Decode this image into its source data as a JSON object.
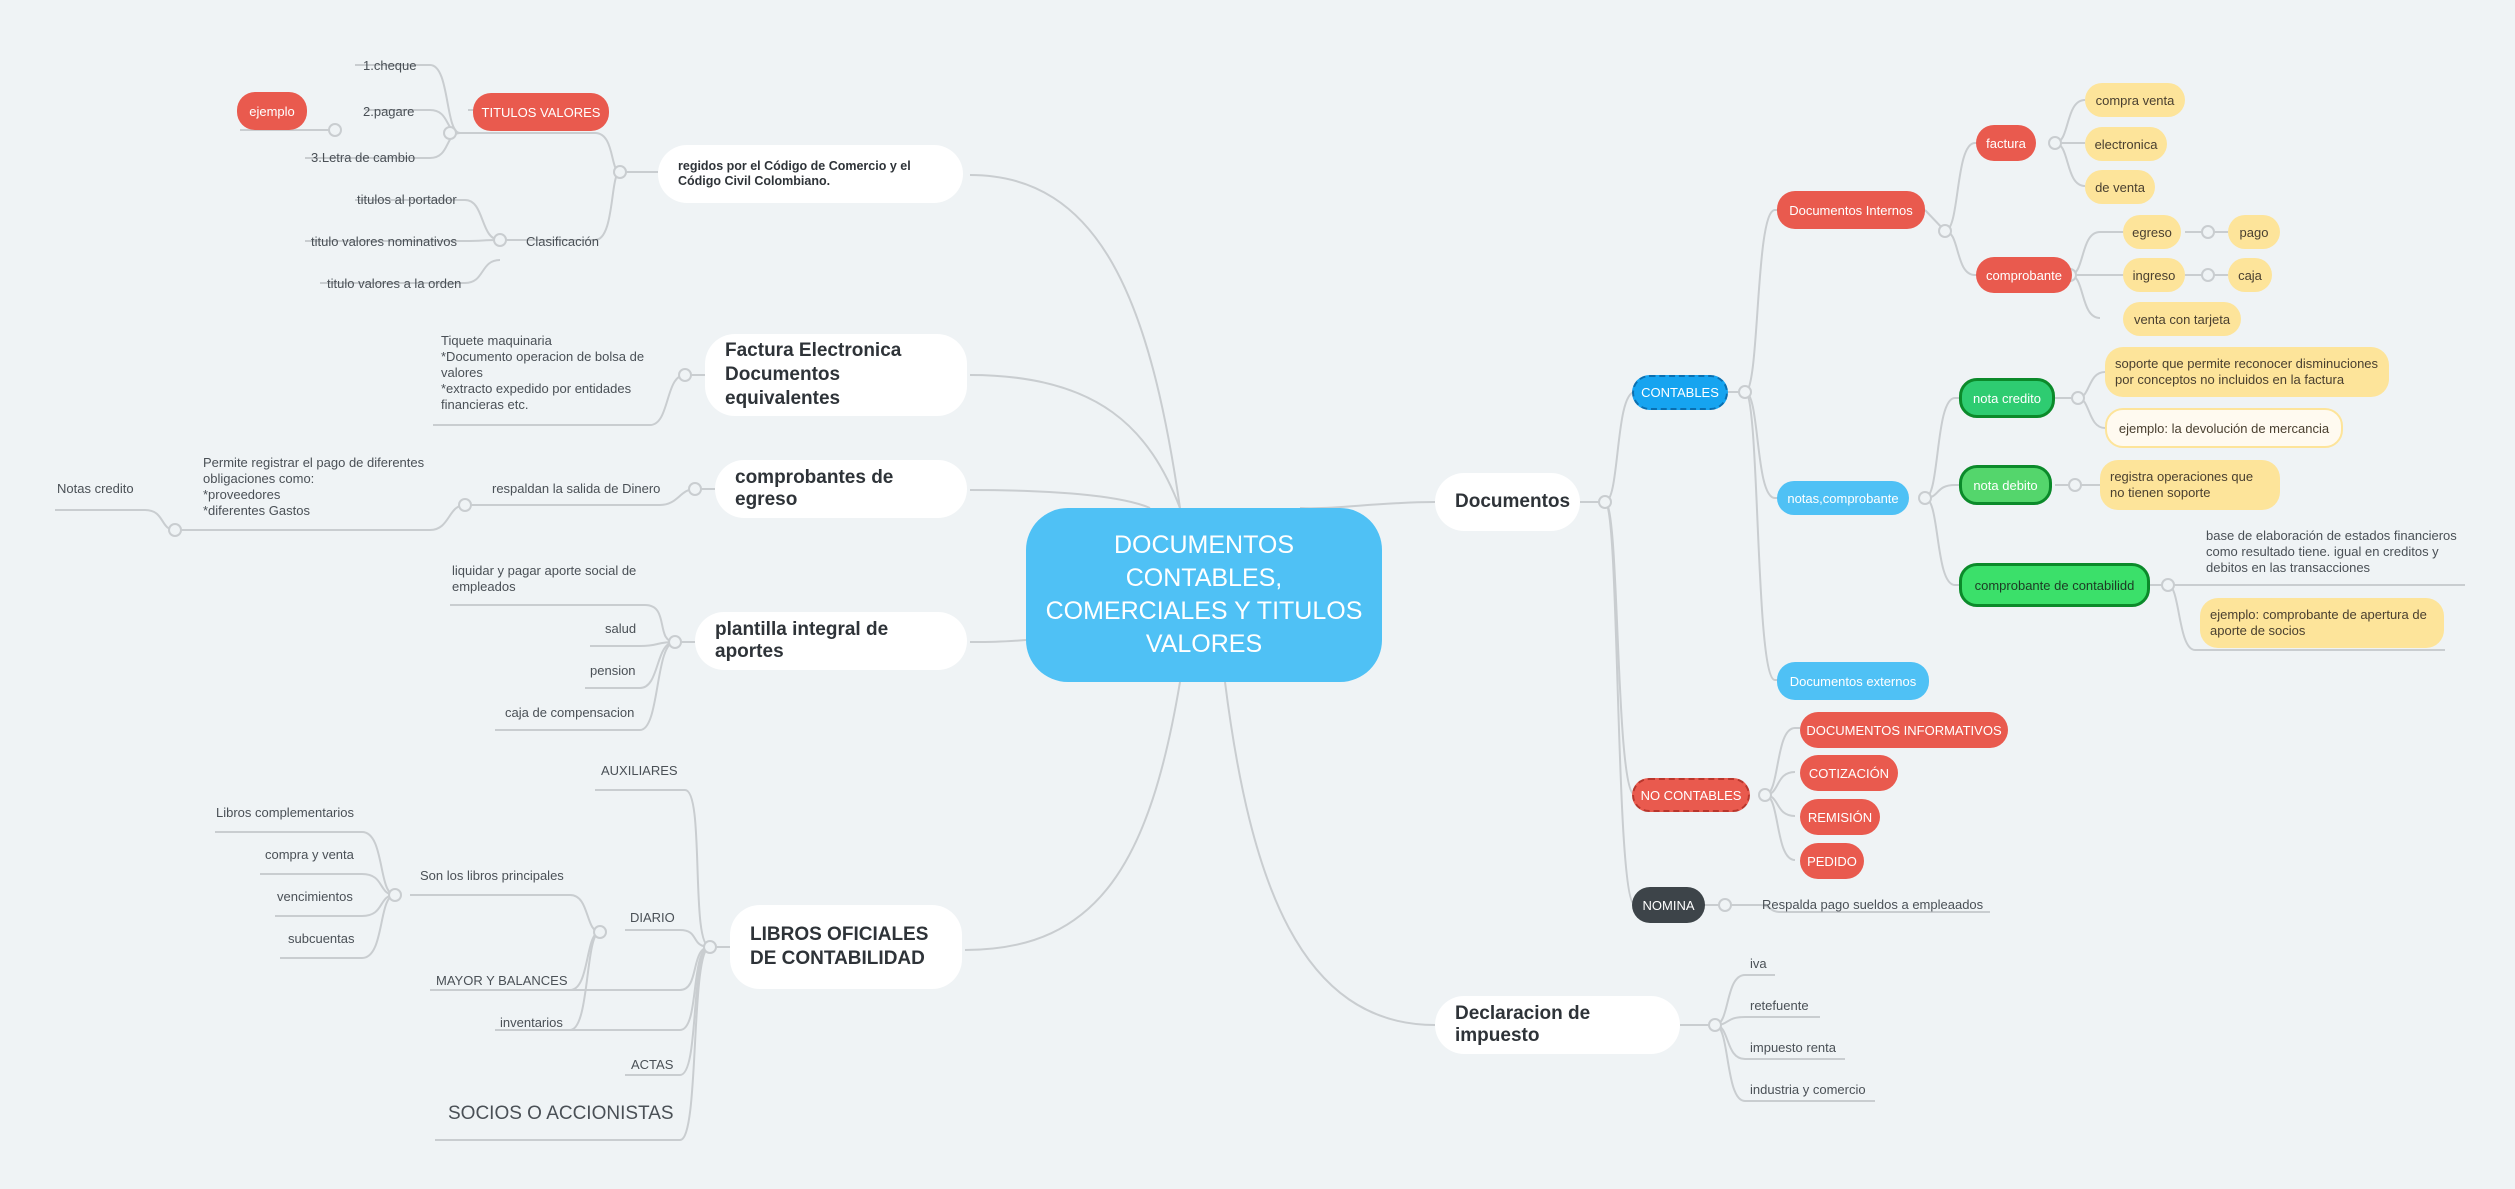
{
  "center": {
    "title": "DOCUMENTOS CONTABLES, COMERCIALES Y TITULOS VALORES"
  },
  "left": {
    "titulos": {
      "main": "regidos por el Código de Comercio y el Código Civil Colombiano.",
      "titulos_valores": "TITULOS VALORES",
      "cheque": "1.cheque",
      "pagare": "2.pagare",
      "letra": "3.Letra de cambio",
      "ejemplo": "ejemplo",
      "clasificacion": "Clasificación",
      "portador": "titulos al portador",
      "nominativos": "titulo valores nominativos",
      "orden": "titulo valores a la orden"
    },
    "factura": {
      "main": "Factura Electronica Documentos equivalentes",
      "detail": "Tiquete maquinaria\n*Documento operacion de bolsa de valores\n*extracto expedido por entidades financieras etc."
    },
    "egreso": {
      "main": "comprobantes de egreso",
      "respaldan": "respaldan la salida de Dinero",
      "permite": "Permite registrar el pago de diferentes obligaciones como:\n*proveedores\n*diferentes Gastos",
      "notas": "Notas credito"
    },
    "planilla": {
      "main": "plantilla integral de aportes",
      "liquidar": "liquidar y pagar aporte social de empleados",
      "salud": "salud",
      "pension": "pension",
      "caja": "caja de compensacion"
    },
    "libros": {
      "main": "LIBROS OFICIALES DE CONTABILIDAD",
      "auxiliares": "AUXILIARES",
      "diario": "DIARIO",
      "principales": "Son los libros principales",
      "complementarios": "Libros complementarios",
      "compra_venta": "compra y venta",
      "vencimientos": "vencimientos",
      "subcuentas": "subcuentas",
      "mayor": "MAYOR Y BALANCES",
      "inventarios": "inventarios",
      "actas": "ACTAS",
      "socios": "SOCIOS O ACCIONISTAS"
    }
  },
  "right": {
    "documentos": {
      "main": "Documentos",
      "contables": "CONTABLES",
      "internos": "Documentos Internos",
      "factura": "factura",
      "compra_venta": "compra venta",
      "electronica": "electronica",
      "de_venta": "de venta",
      "comprobante": "comprobante",
      "egreso": "egreso",
      "pago": "pago",
      "ingreso": "ingreso",
      "caja": "caja",
      "venta_tarjeta": "venta con tarjeta",
      "notas_comprobante": "notas,comprobante",
      "nota_credito": "nota credito",
      "soporte": "soporte que permite reconocer disminuciones por conceptos no incluidos en la factura",
      "ejemplo_devolucion": "ejemplo: la devolución de mercancia",
      "nota_debito": "nota debito",
      "registra": "registra operaciones que no tienen soporte",
      "comprobante_contabilidad": "comprobante de contabilidd",
      "base": "base de elaboración de estados financieros como resultado tiene. igual en creditos y debitos en las transacciones",
      "ejemplo_apertura": "ejemplo: comprobante de apertura de aporte  de socios",
      "externos": "Documentos externos",
      "no_contables": "NO CONTABLES",
      "informativos": "DOCUMENTOS INFORMATIVOS",
      "cotizacion": "COTIZACIÓN",
      "remision": "REMISIÓN",
      "pedido": "PEDIDO",
      "nomina": "NOMINA",
      "respalda": "Respalda pago sueldos a empleaados"
    },
    "impuesto": {
      "main": "Declaracion de impuesto",
      "iva": "iva",
      "retefuente": "retefuente",
      "renta": "impuesto renta",
      "industria": "industria y comercio"
    }
  },
  "colors": {
    "background": "#eff3f5",
    "center": "#4fc1f5",
    "red": "#e95a4e",
    "yellow": "#fde49a",
    "green": "#2ecc71",
    "dark": "#3d4449",
    "connector": "#c9cdd0"
  }
}
